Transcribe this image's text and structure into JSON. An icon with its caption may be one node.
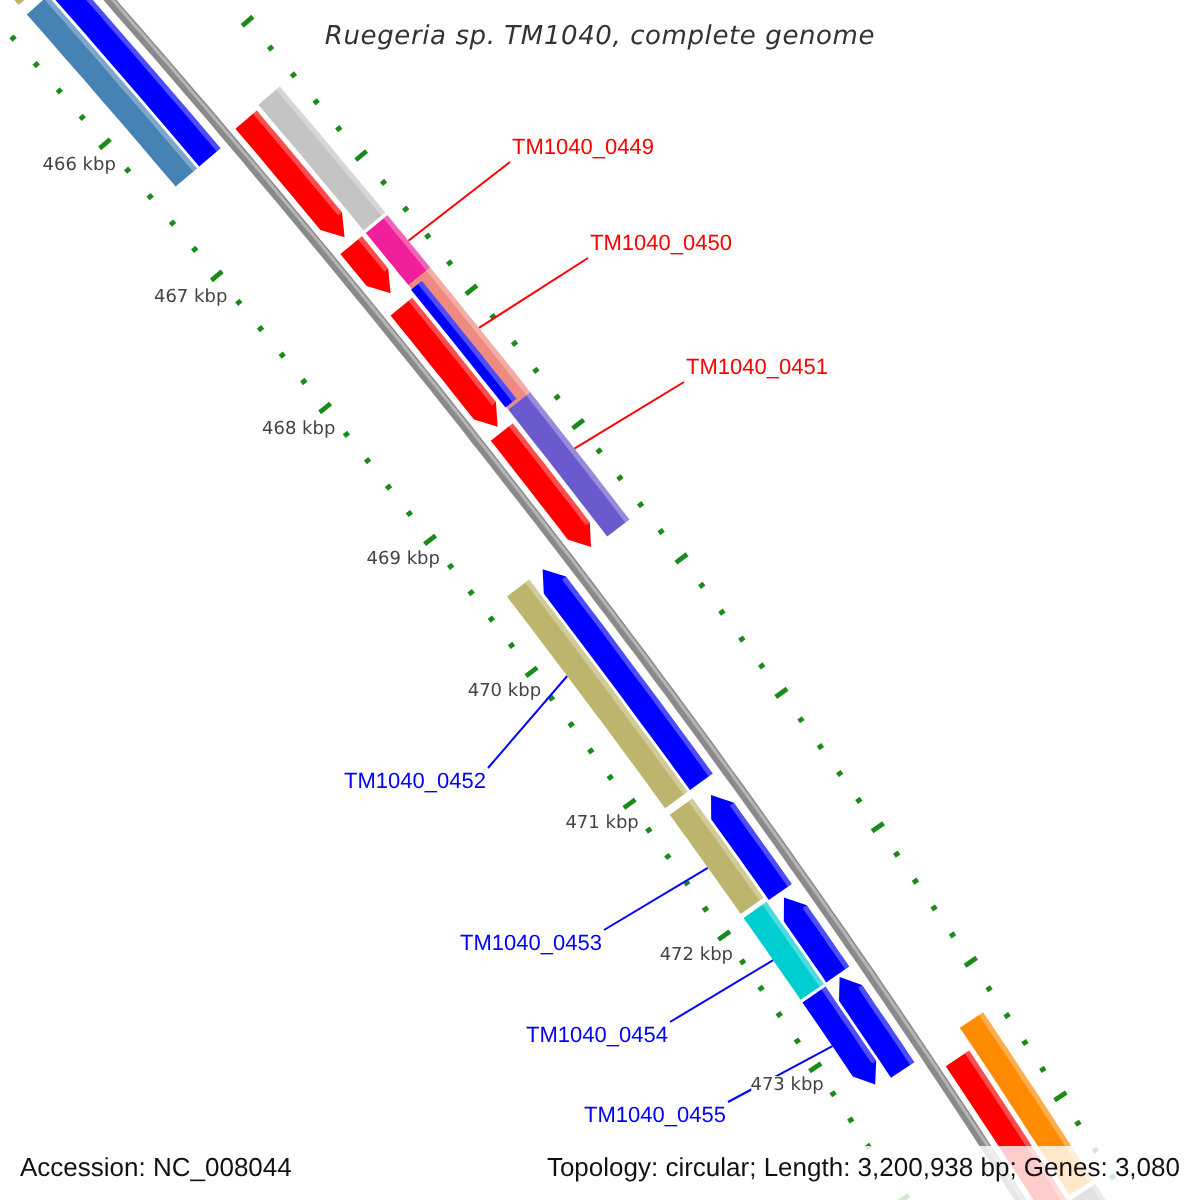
{
  "diagram": {
    "title": "Ruegeria sp. TM1040, complete genome",
    "nodes": [
      {
        "text": [
          "TM1040_0449"
        ]
      },
      {
        "text": [
          "TM1040_0450"
        ]
      },
      {
        "text": [
          "TM1040_0451"
        ]
      },
      {
        "text": [
          "TM1040_0452"
        ]
      },
      {
        "text": [
          "TM1040_0453"
        ]
      },
      {
        "text": [
          "TM1040_0454"
        ]
      },
      {
        "text": [
          "TM1040_0455"
        ]
      },
      {
        "text": [],
        "shape": "bar"
      },
      {
        "text": [],
        "shape": "bar"
      },
      {
        "text": [],
        "shape": "bar"
      },
      {
        "text": [],
        "shape": "bar"
      },
      {
        "text": [],
        "shape": "bar"
      },
      {
        "text": [],
        "shape": "bar"
      },
      {
        "text": [],
        "shape": "bar"
      }
    ],
    "edges": [
      {
        "from": 0,
        "to": 7,
        "arrow": "none",
        "color": "#ff0000"
      },
      {
        "from": 1,
        "to": 8,
        "arrow": "none",
        "color": "#ff0000"
      },
      {
        "from": 2,
        "to": 9,
        "arrow": "none",
        "color": "#ff0000"
      },
      {
        "from": 3,
        "to": 10,
        "arrow": "none"
      },
      {
        "from": 4,
        "to": 11,
        "arrow": "none"
      },
      {
        "from": 5,
        "to": 12,
        "arrow": "none"
      },
      {
        "from": 6,
        "to": 13,
        "arrow": "none"
      }
    ],
    "labels": [
      "466 kbp",
      "467 kbp",
      "468 kbp",
      "469 kbp",
      "470 kbp",
      "471 kbp",
      "472 kbp",
      "473 kbp",
      "Accession: NC_008044",
      "Topology: circular; Length: 3,200,938 bp; Genes: 3,080"
    ]
  }
}
